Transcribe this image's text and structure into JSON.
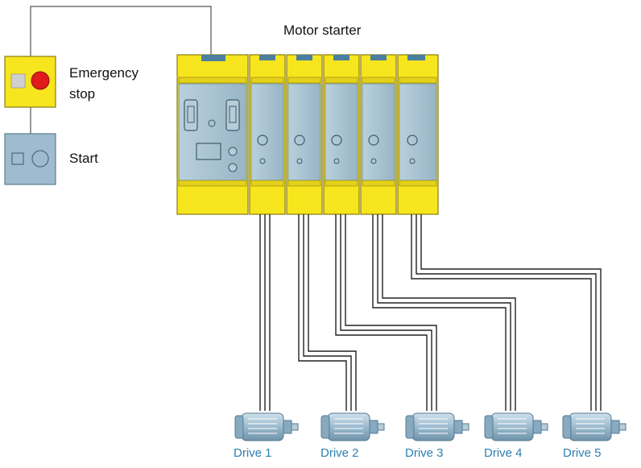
{
  "diagram": {
    "title": "Motor starter",
    "emergency_stop": {
      "line1": "Emergency",
      "line2": "stop"
    },
    "start": {
      "label": "Start"
    },
    "drives": [
      "Drive 1",
      "Drive 2",
      "Drive 3",
      "Drive 4",
      "Drive 5"
    ]
  },
  "colors": {
    "safety_yellow": "#f7e51e",
    "module_blue": "#a9c3d1",
    "button_blue": "#9fbcce",
    "stop_red": "#e01b1b",
    "drive_label": "#2d7fb0",
    "wire": "#222222"
  },
  "icons": [
    "emergency-stop-button",
    "start-button",
    "motor-icon"
  ]
}
